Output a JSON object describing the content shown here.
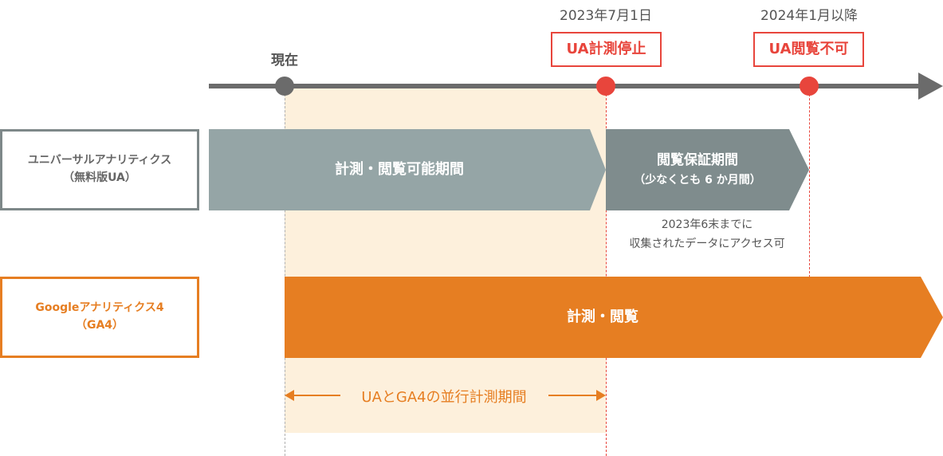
{
  "timeline": {
    "now_label": "現在",
    "milestones": [
      {
        "date": "2023年7月1日",
        "status": "UA計測停止"
      },
      {
        "date": "2024年1月以降",
        "status": "UA閲覧不可"
      }
    ]
  },
  "rows": {
    "ua": {
      "label_line1": "ユニバーサルアナリティクス",
      "label_line2": "（無料版UA）",
      "phase1": "計測・閲覧可能期間",
      "phase2_line1": "閲覧保証期間",
      "phase2_line2": "（少なくとも 6 か月間）",
      "note_line1": "2023年6末までに",
      "note_line2": "収集されたデータにアクセス可"
    },
    "ga4": {
      "label_line1": "Googleアナリティクス4",
      "label_line2": "（GA4）",
      "bar": "計測・閲覧"
    }
  },
  "parallel_period": "UAとGA4の並行計測期間",
  "colors": {
    "axis": "#6b6b6b",
    "milestone": "#e8453c",
    "ua_phase1": "#95a5a6",
    "ua_phase2": "#7f8c8d",
    "ga4": "#e67e22",
    "highlight": "#fdf0dc"
  }
}
